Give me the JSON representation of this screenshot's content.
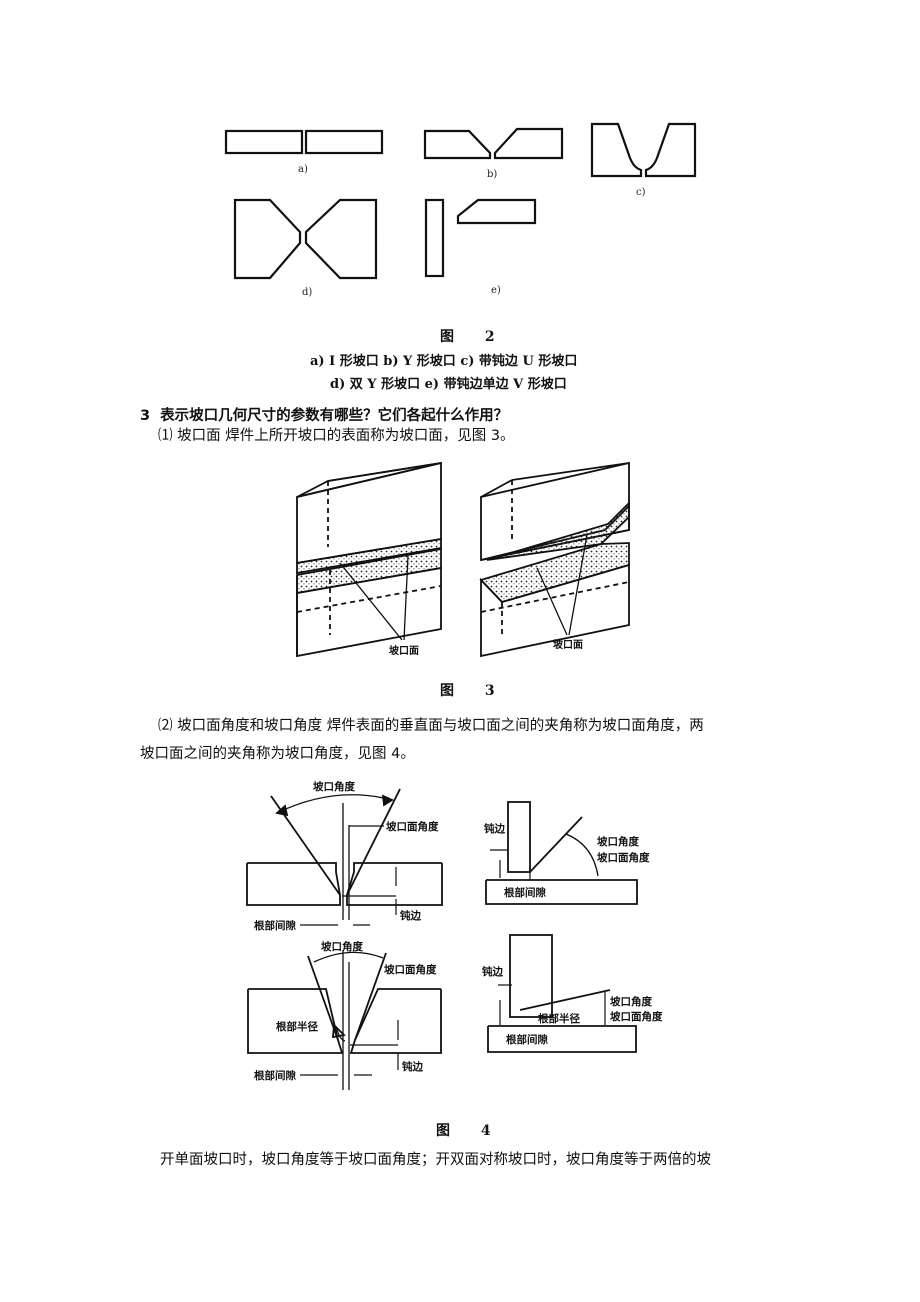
{
  "figure2": {
    "sub_a": "a)",
    "sub_b": "b)",
    "sub_c": "c)",
    "sub_d": "d)",
    "sub_e": "e)",
    "title_prefix": "图",
    "title_number": "2",
    "caption_line1": "a) I 形坡口   b) Y 形坡口   c) 带钝边 U 形坡口",
    "caption_line2": "d) 双 Y 形坡口   e) 带钝边单边 V 形坡口"
  },
  "section3": {
    "number": "3",
    "title": "表示坡口几何尺寸的参数有哪些？它们各起什么作用？",
    "para1_marker": "⑴",
    "para1": "坡口面  焊件上所开坡口的表面称为坡口面，见图 3。"
  },
  "figure3": {
    "label_left": "坡口面",
    "label_right": "坡口面",
    "title_prefix": "图",
    "title_number": "3"
  },
  "para2": {
    "marker": "⑵",
    "line1": "坡口面角度和坡口角度  焊件表面的垂直面与坡口面之间的夹角称为坡口面角度，两",
    "line2": "坡口面之间的夹角称为坡口角度，见图 4。"
  },
  "figure4": {
    "tl_groove_angle": "坡口角度",
    "tl_face_angle": "坡口面角度",
    "tl_root_gap": "根部间隙",
    "tl_blunt": "钝边",
    "tr_blunt": "钝边",
    "tr_groove_angle": "坡口角度",
    "tr_face_angle": "坡口面角度",
    "tr_root_gap": "根部间隙",
    "bl_groove_angle": "坡口角度",
    "bl_face_angle": "坡口面角度",
    "bl_root_radius": "根部半径",
    "bl_root_gap": "根部间隙",
    "bl_blunt": "钝边",
    "br_blunt": "钝边",
    "br_root_radius": "根部半径",
    "br_groove_angle": "坡口角度",
    "br_face_angle": "坡口面角度",
    "br_root_gap": "根部间隙",
    "title_prefix": "图",
    "title_number": "4"
  },
  "closing": {
    "line1": "开单面坡口时，坡口角度等于坡口面角度；开双面对称坡口时，坡口角度等于两倍的坡"
  }
}
